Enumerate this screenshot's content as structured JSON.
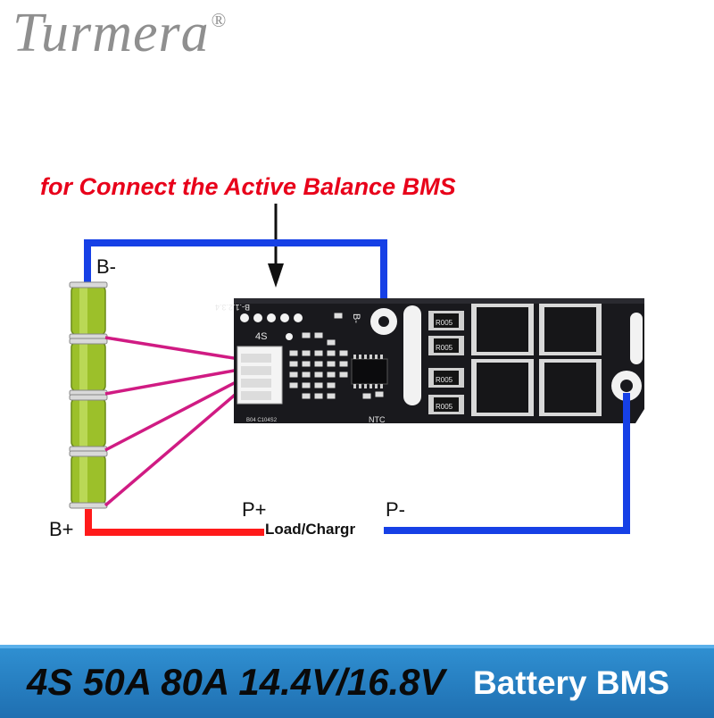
{
  "brand": {
    "name": "Turmera",
    "mark": "®",
    "color": "#8f8f8f"
  },
  "callout": {
    "text": "for Connect the Active Balance BMS",
    "color": "#e8001a"
  },
  "terminals": {
    "b_minus": "B-",
    "b_plus": "B+",
    "p_plus": "P+",
    "p_minus": "P-",
    "ntc": "NTC"
  },
  "board": {
    "pin_row": "B-.1.2.3.4",
    "series": "4S",
    "resistor_mark": "R005",
    "connector_text": "B04 C104S2"
  },
  "load_label": "Load/Chargr",
  "banner": {
    "spec": "4S 50A 80A 14.4V/16.8V",
    "title": "Battery BMS",
    "color": "#1f6fb1"
  },
  "colors": {
    "negative_wire": "#1640e6",
    "positive_wire": "#ff1a1a",
    "balance_wire": "#d01b83",
    "cell": "#9cc02a",
    "board": "#19191d"
  }
}
